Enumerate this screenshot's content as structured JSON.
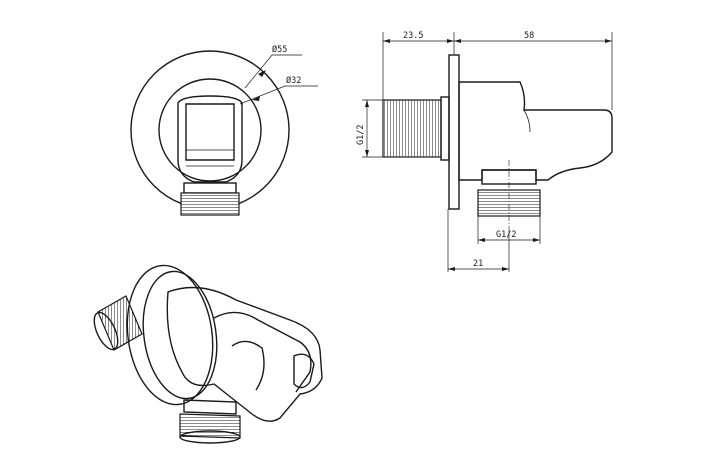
{
  "front_view": {
    "outer_diameter_label": "Ø55",
    "inner_diameter_label": "Ø32"
  },
  "side_view": {
    "width_flange_label": "23.5",
    "width_body_label": "58",
    "inlet_thread_label": "G1/2",
    "outlet_thread_label": "G1/2",
    "outlet_offset_label": "21"
  }
}
